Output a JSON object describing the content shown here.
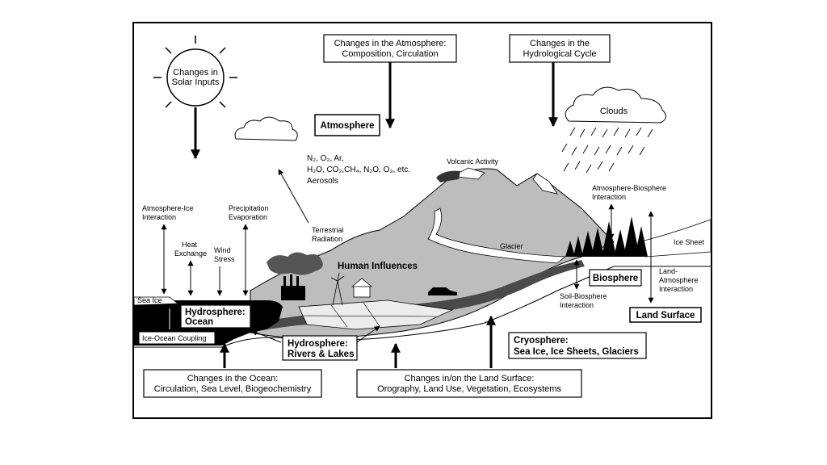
{
  "solar": {
    "line1": "Changes in",
    "line2": "Solar Inputs"
  },
  "atmosphere_changes": {
    "line1": "Changes in the Atmosphere:",
    "line2": "Composition, Circulation"
  },
  "hydro_cycle_changes": {
    "line1": "Changes in the",
    "line2": "Hydrological Cycle"
  },
  "clouds_label": "Clouds",
  "atmosphere_label": "Atmosphere",
  "gases": {
    "line1": "N₂, O₂, Ar,",
    "line2": "H₂O, CO₂,CH₄, N₂O, O₃, etc.",
    "line3": "Aerosols"
  },
  "volcanic_activity": "Volcanic Activity",
  "atmo_biosphere": {
    "line1": "Atmosphere-Biosphere",
    "line2": "Interaction"
  },
  "atmo_ice": {
    "line1": "Atmosphere-Ice",
    "line2": "Interaction"
  },
  "precip": {
    "line1": "Precipitation",
    "line2": "Evaporation"
  },
  "terrestrial": {
    "line1": "Terrestrial",
    "line2": "Radiation"
  },
  "heat_exchange": {
    "line1": "Heat",
    "line2": "Exchange"
  },
  "wind_stress": {
    "line1": "Wind",
    "line2": "Stress"
  },
  "glacier": "Glacier",
  "ice_sheet": "Ice Sheet",
  "human_influences": "Human Influences",
  "land_atmo": {
    "line1": "Land-",
    "line2": "Atmosphere",
    "line3": "Interaction"
  },
  "biosphere_label": "Biosphere",
  "soil_biosphere": {
    "line1": "Soil-Biosphere",
    "line2": "Interaction"
  },
  "sea_ice": "Sea Ice",
  "hydrosphere_ocean": {
    "line1": "Hydrosphere:",
    "line2": "Ocean"
  },
  "ice_ocean": "Ice-Ocean Coupling",
  "hydrosphere_rivers": {
    "line1": "Hydrosphere:",
    "line2": "Rivers & Lakes"
  },
  "land_surface": "Land Surface",
  "cryosphere": {
    "line1": "Cryosphere:",
    "line2": "Sea Ice, Ice Sheets, Glaciers"
  },
  "ocean_changes": {
    "line1": "Changes in the Ocean:",
    "line2": "Circulation, Sea Level, Biogeochemistry"
  },
  "land_changes": {
    "line1": "Changes in/on the Land Surface:",
    "line2": "Orography, Land Use, Vegetation, Ecosystems"
  }
}
